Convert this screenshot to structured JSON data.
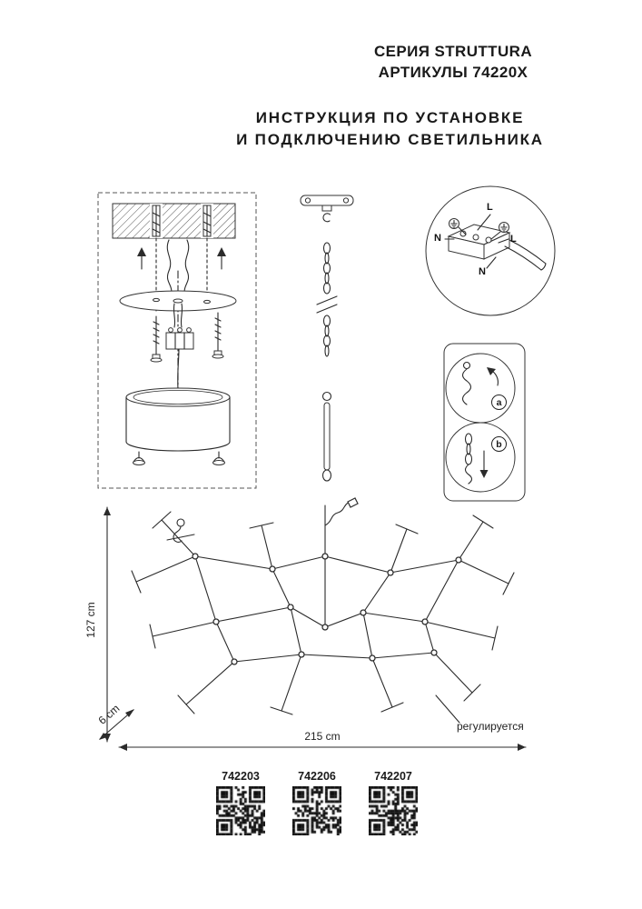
{
  "header": {
    "series": "СЕРИЯ STRUTTURA",
    "articles": "АРТИКУЛЫ 74220X",
    "instruction_line1": "ИНСТРУКЦИЯ ПО УСТАНОВКЕ",
    "instruction_line2": "И ПОДКЛЮЧЕНИЮ СВЕТИЛЬНИКА"
  },
  "wiring_detail": {
    "l_top": "L",
    "n_left": "N",
    "l_right": "L",
    "n_right": "N"
  },
  "adjustment_panel": {
    "step_a": "a",
    "step_b": "b"
  },
  "dimensions": {
    "height": "127 cm",
    "depth": "6 cm",
    "width": "215 cm",
    "adjustable_note": "регулируется"
  },
  "qr_codes": [
    {
      "label": "742203"
    },
    {
      "label": "742206"
    },
    {
      "label": "742207"
    }
  ]
}
